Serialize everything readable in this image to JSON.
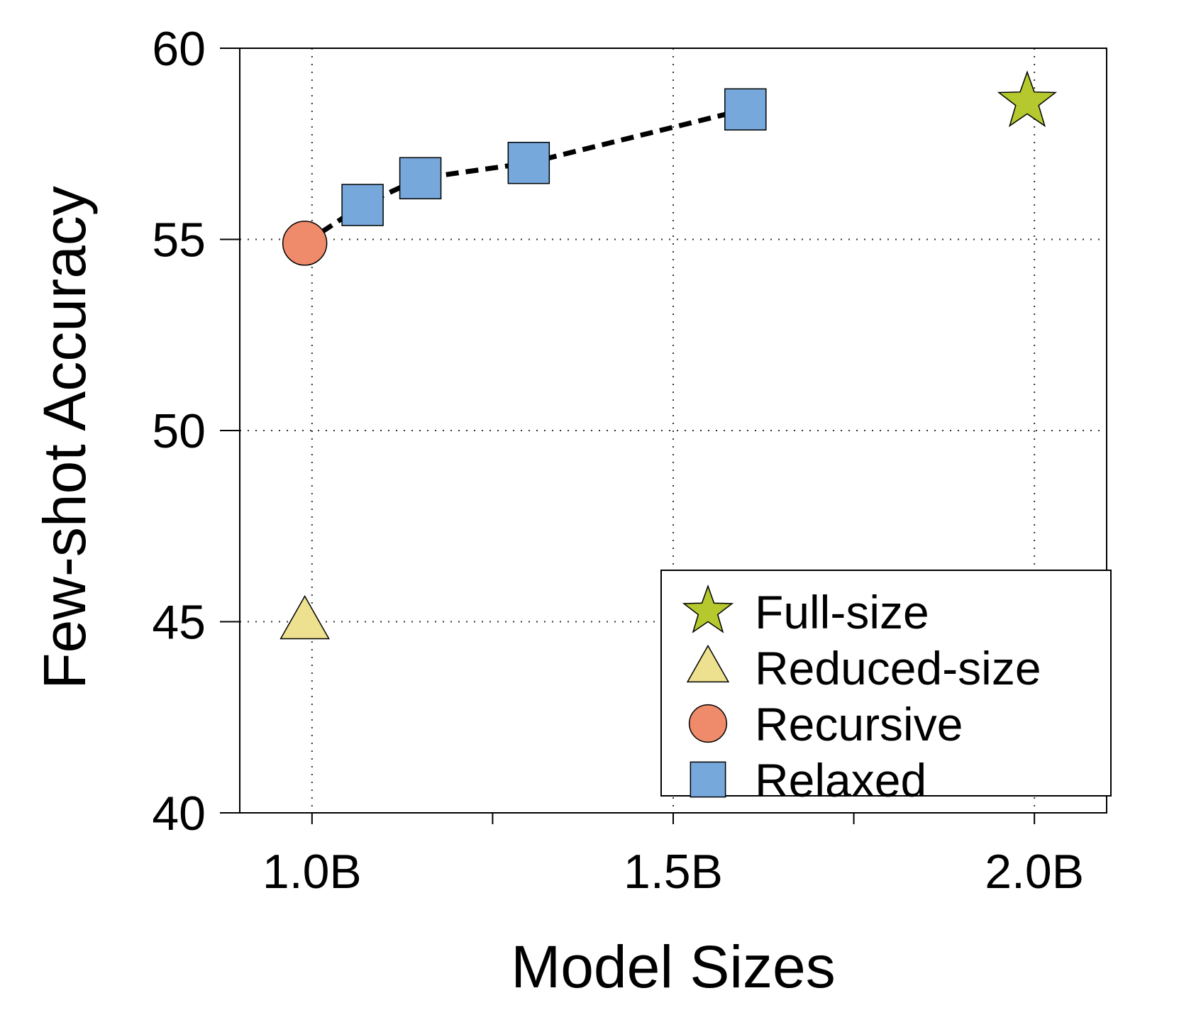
{
  "chart_data": {
    "type": "scatter",
    "xlabel": "Model Sizes",
    "ylabel": "Few-shot Accuracy",
    "xlim": [
      0.9,
      2.1
    ],
    "ylim": [
      40,
      60
    ],
    "x_ticks": [
      1.0,
      1.25,
      1.5,
      1.75,
      2.0
    ],
    "x_tick_labels": [
      "1.0B",
      "",
      "1.5B",
      "",
      "2.0B"
    ],
    "y_ticks": [
      40,
      45,
      50,
      55,
      60
    ],
    "y_tick_labels": [
      "40",
      "45",
      "50",
      "55",
      "60"
    ],
    "grid": true,
    "legend_position": "bottom-right",
    "series": [
      {
        "name": "Full-size",
        "marker": "star",
        "color": "#b5c92e",
        "points": [
          {
            "x": 1.99,
            "y": 58.6
          }
        ]
      },
      {
        "name": "Reduced-size",
        "marker": "triangle",
        "color": "#ede08e",
        "points": [
          {
            "x": 0.99,
            "y": 45.0
          }
        ]
      },
      {
        "name": "Recursive",
        "marker": "circle",
        "color": "#ef8a6a",
        "points": [
          {
            "x": 0.99,
            "y": 54.9
          }
        ]
      },
      {
        "name": "Relaxed",
        "marker": "square",
        "color": "#76a8dc",
        "points": [
          {
            "x": 1.07,
            "y": 55.9
          },
          {
            "x": 1.15,
            "y": 56.6
          },
          {
            "x": 1.3,
            "y": 57.0
          },
          {
            "x": 1.6,
            "y": 58.4
          }
        ]
      }
    ],
    "trend_line": {
      "style": "dashed",
      "color": "#000000",
      "points": [
        {
          "x": 0.99,
          "y": 54.9
        },
        {
          "x": 1.07,
          "y": 55.9
        },
        {
          "x": 1.15,
          "y": 56.6
        },
        {
          "x": 1.3,
          "y": 57.0
        },
        {
          "x": 1.6,
          "y": 58.4
        }
      ]
    }
  }
}
